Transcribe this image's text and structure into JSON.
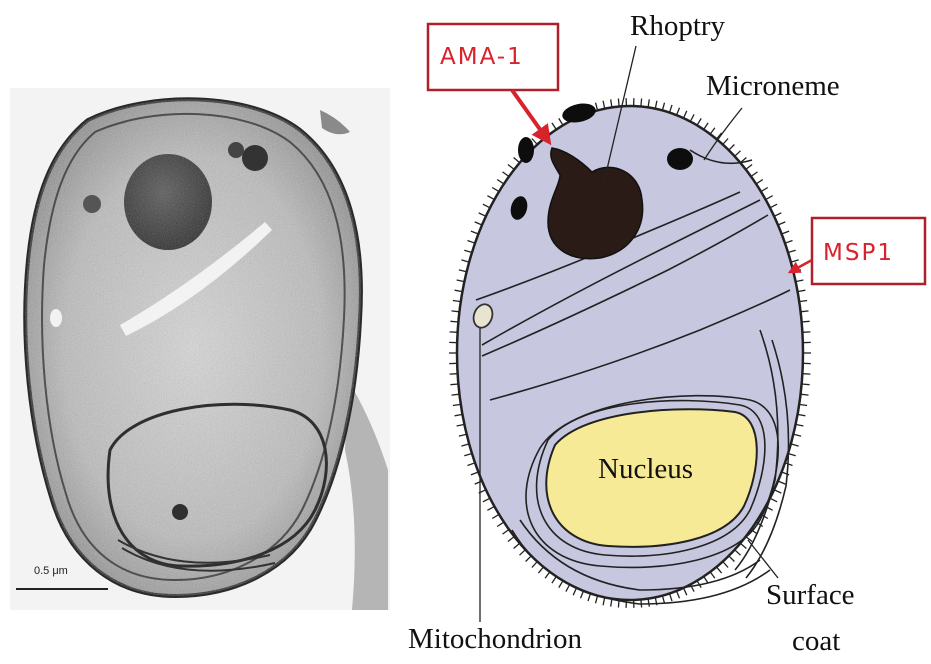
{
  "figure": {
    "micrograph": {
      "scale_bar_label": "0.5 μm"
    },
    "diagram": {
      "labels": {
        "ama1": "AMA-1",
        "rhoptry": "Rhoptry",
        "microneme": "Microneme",
        "msp1": "MSP1",
        "nucleus": "Nucleus",
        "mitochondrion": "Mitochondrion",
        "surface_coat_line1": "Surface",
        "surface_coat_line2": "coat"
      }
    }
  },
  "colors": {
    "box_red": "#b0202a",
    "cytoplasm": "#c7c7df",
    "nucleus_fill": "#f6ea96",
    "rhoptry_fill": "#2a1b16",
    "organelle_black": "#0d0d0d"
  }
}
